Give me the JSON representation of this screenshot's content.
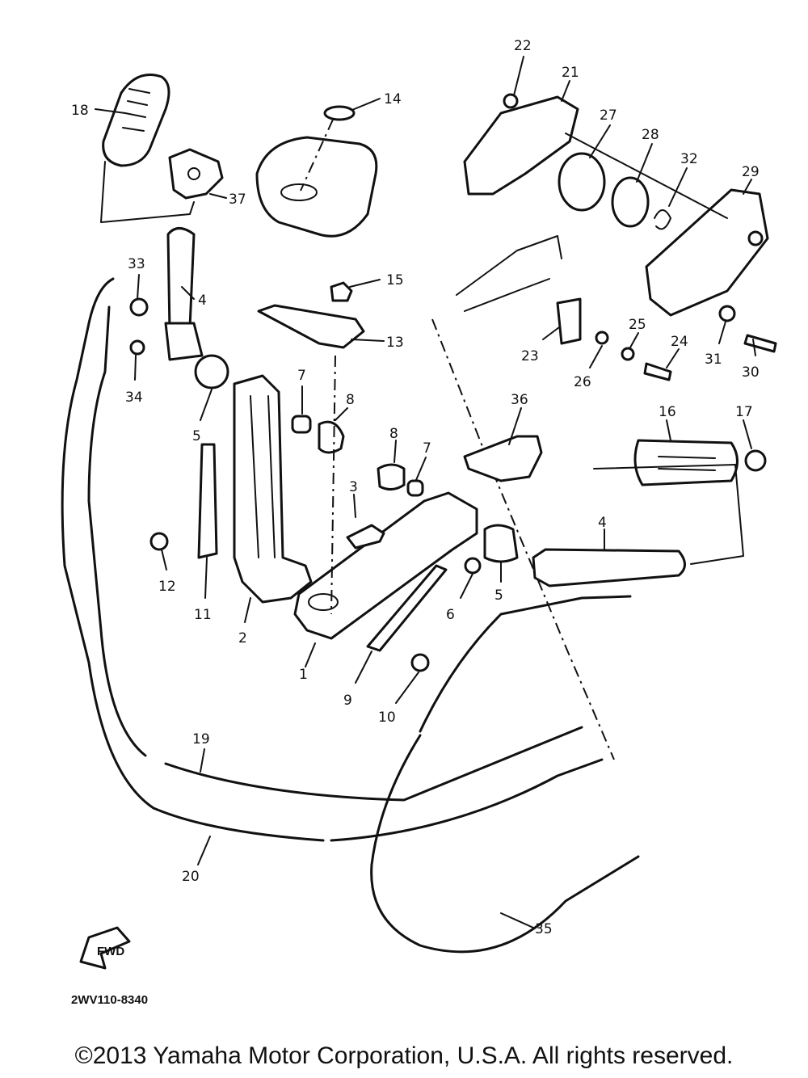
{
  "diagram": {
    "code": "2WV110-8340",
    "fwd_label": "FWD",
    "part_labels": [
      "1",
      "2",
      "3",
      "4",
      "4",
      "5",
      "5",
      "6",
      "7",
      "7",
      "8",
      "8",
      "9",
      "10",
      "11",
      "12",
      "13",
      "14",
      "15",
      "16",
      "17",
      "18",
      "19",
      "20",
      "21",
      "22",
      "23",
      "24",
      "25",
      "26",
      "27",
      "28",
      "29",
      "30",
      "31",
      "32",
      "33",
      "34",
      "35",
      "36",
      "37"
    ]
  },
  "copyright": "©2013 Yamaha Motor Corporation, U.S.A. All rights reserved."
}
